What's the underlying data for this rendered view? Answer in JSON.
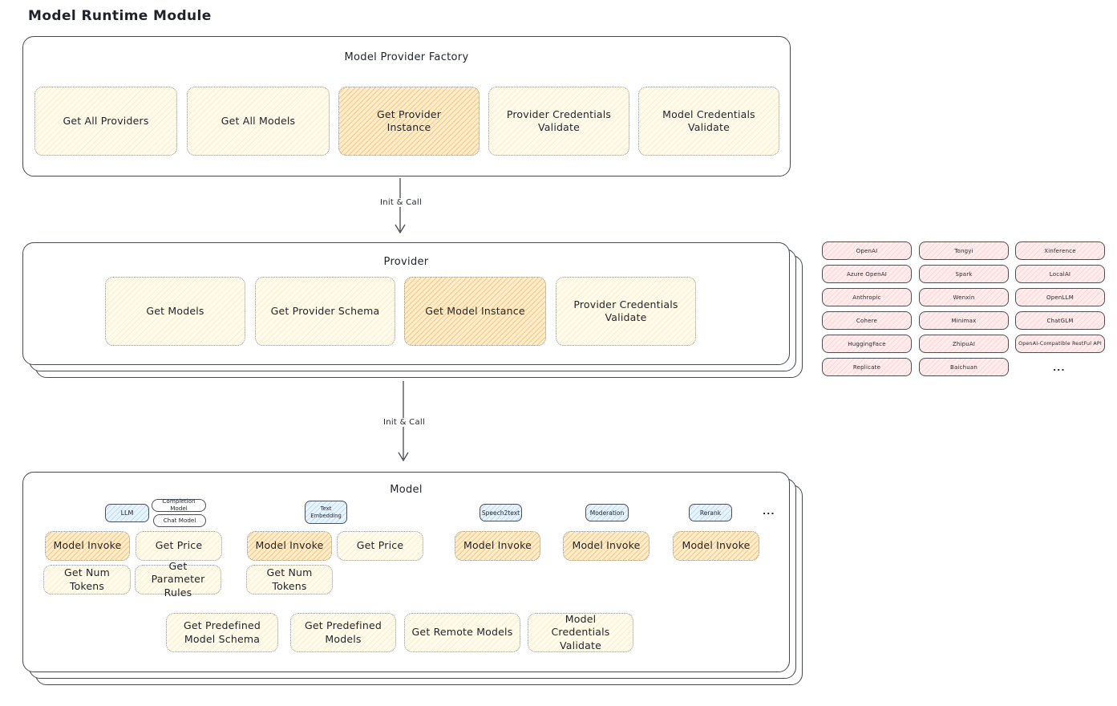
{
  "title": "Model Runtime Module",
  "palette": {
    "node_fill": "#FFFBEC",
    "node_highlight_fill": "#FFEECB",
    "vendor_fill": "#FFEDED",
    "tag_fill": "#E8F3FC",
    "tag_plain_fill": "#FFFFFF",
    "outline": "#46494D"
  },
  "factory": {
    "title": "Model Provider Factory",
    "items": [
      {
        "label": "Get All Providers"
      },
      {
        "label": "Get All Models"
      },
      {
        "label": "Get Provider Instance"
      },
      {
        "label": "Provider Credentials Validate"
      },
      {
        "label": "Model Credentials Validate"
      }
    ]
  },
  "arrow1": {
    "label": "Init & Call"
  },
  "provider": {
    "title": "Provider",
    "items": [
      {
        "label": "Get Models"
      },
      {
        "label": "Get Provider Schema"
      },
      {
        "label": "Get Model Instance"
      },
      {
        "label": "Provider Credentials Validate"
      }
    ]
  },
  "vendors": {
    "items": [
      "OpenAI",
      "Tongyi",
      "Xinference",
      "Azure OpenAI",
      "Spark",
      "LocalAI",
      "Anthropic",
      "Wenxin",
      "OpenLLM",
      "Cohere",
      "Minimax",
      "ChatGLM",
      "HuggingFace",
      "ZhipuAI",
      "OpenAI-Compatible RestFul API",
      "Replicate",
      "Baichuan"
    ],
    "more": "..."
  },
  "arrow2": {
    "label": "Init & Call"
  },
  "model": {
    "title": "Model",
    "tags": {
      "llm": "LLM",
      "completion": "Completion Model",
      "chat": "Chat Model",
      "text_embedding": "Text Embedding",
      "speech2text": "Speech2text",
      "moderation": "Moderation",
      "rerank": "Rerank",
      "more": "..."
    },
    "ops": {
      "model_invoke": "Model Invoke",
      "get_price": "Get Price",
      "get_num_tokens": "Get Num Tokens",
      "get_parameter_rules": "Get Parameter Rules"
    },
    "shared": [
      {
        "label": "Get Predefined Model Schema"
      },
      {
        "label": "Get Predefined Models"
      },
      {
        "label": "Get Remote Models"
      },
      {
        "label": "Model Credentials Validate"
      }
    ]
  }
}
